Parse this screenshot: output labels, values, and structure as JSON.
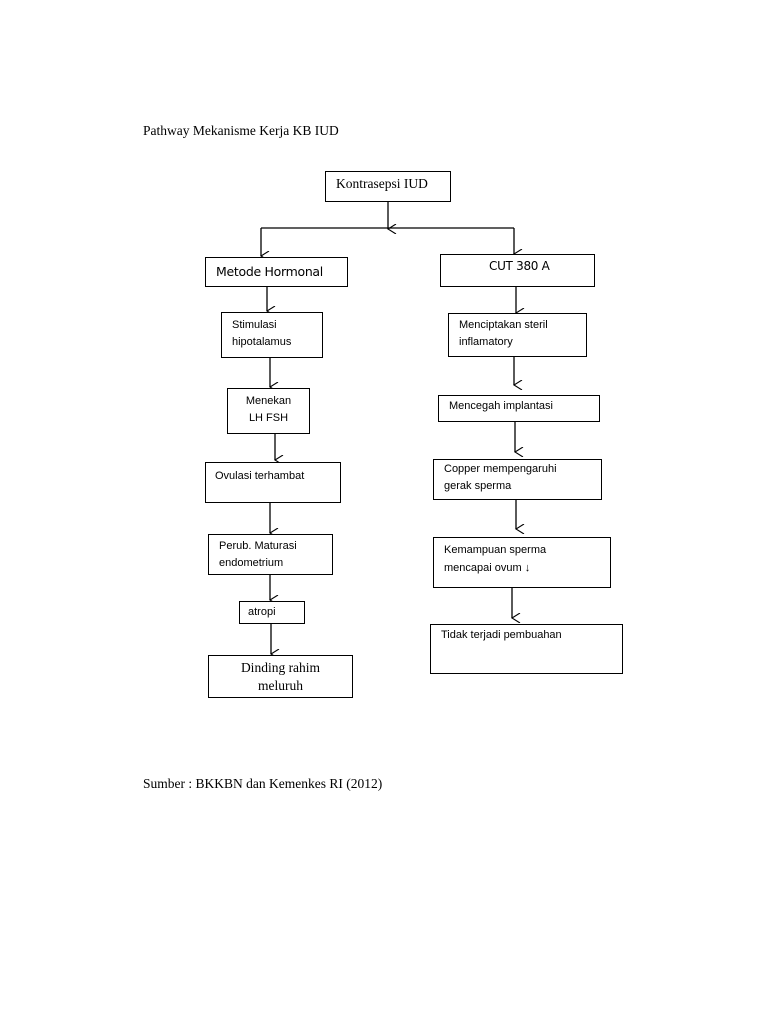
{
  "title": "Pathway Mekanisme Kerja KB IUD",
  "source": "Sumber : BKKBN dan Kemenkes RI (2012)",
  "root": "Kontrasepsi  IUD",
  "left": {
    "head": "Metode Hormonal",
    "steps": [
      "Stimulasi\nhipotalamus",
      "Menekan\nLH FSH",
      "Ovulasi terhambat",
      "Perub. Maturasi\nendometrium",
      "atropi",
      "Dinding rahim\nmeluruh"
    ]
  },
  "right": {
    "head": "CUT 380 A",
    "steps": [
      "Menciptakan steril\ninflamatory",
      "Mencegah implantasi",
      "Copper mempengaruhi\ngerak sperma",
      "Kemampuan sperma\nmencapai ovum ↓",
      "Tidak terjadi pembuahan"
    ]
  }
}
